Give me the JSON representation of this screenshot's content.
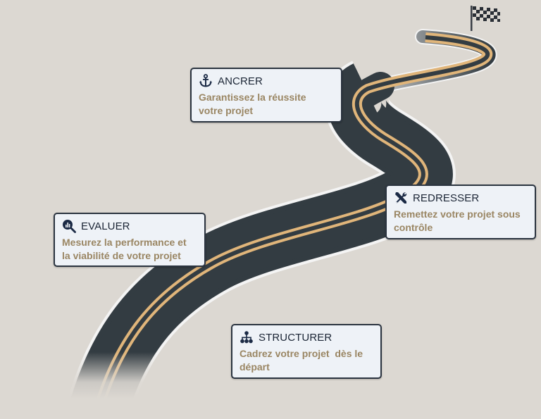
{
  "diagram": {
    "type": "roadmap",
    "background_color": "#dcd8d2",
    "colors": {
      "road": "#333c42",
      "road_edge_lines": "#ffffff",
      "center_lines": "#e0b57a",
      "card_bg": "#eef2f7",
      "card_border": "#2b3440",
      "title_text": "#1b2535",
      "desc_text": "#9a8663",
      "icon": "#1b2a45"
    },
    "finish_icon": "checkered-flag-icon",
    "steps": [
      {
        "id": "ancrer",
        "icon": "anchor-icon",
        "title": "ANCRER",
        "description_line1": "Garantissez la réussite",
        "description_line2": "votre projet"
      },
      {
        "id": "redresser",
        "icon": "tools-icon",
        "title": "REDRESSER",
        "description_line1": "Remettez votre projet sous",
        "description_line2": "contrôle"
      },
      {
        "id": "evaluer",
        "icon": "magnifier-chart-icon",
        "title": "EVALUER",
        "description_line1": "Mesurez la performance et",
        "description_line2": "la viabilité de votre projet"
      },
      {
        "id": "structurer",
        "icon": "org-chart-icon",
        "title": "STRUCTURER",
        "description_line1": "Cadrez votre projet  dès le",
        "description_line2": "départ"
      }
    ]
  }
}
